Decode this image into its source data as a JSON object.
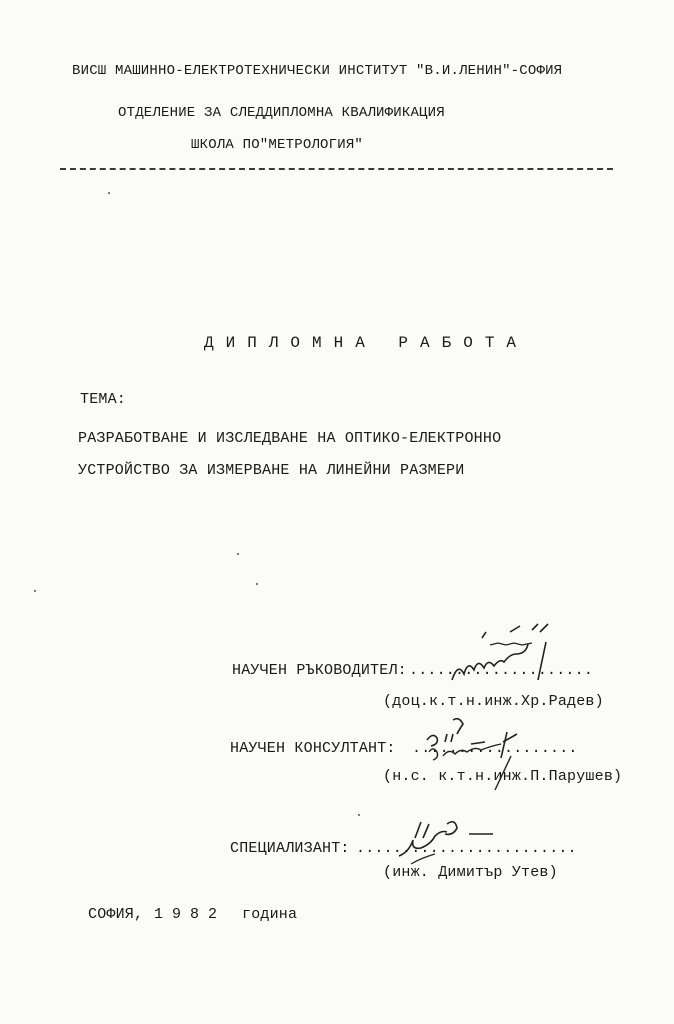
{
  "header": {
    "institute": "ВИСШ МАШИННО-ЕЛЕКТРОТЕХНИЧЕСКИ ИНСТИТУТ \"В.И.ЛЕНИН\"-СОФИЯ",
    "department": "ОТДЕЛЕНИЕ ЗА СЛЕДДИПЛОМНА КВАЛИФИКАЦИЯ",
    "school": "ШКОЛА ПО\"МЕТРОЛОГИЯ\""
  },
  "document": {
    "title": "ДИПЛОМНА РАБОТА",
    "topic_label": "ТЕМА:",
    "topic_line_1": "РАЗРАБОТВАНЕ И ИЗСЛЕДВАНЕ НА ОПТИКО-ЕЛЕКТРОННО",
    "topic_line_2": "УСТРОЙСТВО ЗА ИЗМЕРВАНЕ НА ЛИНЕЙНИ РАЗМЕРИ"
  },
  "people": {
    "supervisor_label": "НАУЧЕН РЪКОВОДИТЕЛ:",
    "supervisor_line": "....................",
    "supervisor_name": "(доц.к.т.н.инж.Хр.Радев)",
    "consultant_label": "НАУЧЕН КОНСУЛТАНТ:",
    "consultant_line": "..................",
    "consultant_name": "(н.с. к.т.н.инж.П.Парушев)",
    "specialist_label": "СПЕЦИАЛИЗАНТ:",
    "specialist_line": "........................",
    "specialist_name": "(инж. Димитър Утев)"
  },
  "footer": {
    "city": "СОФИЯ,",
    "year": "1982",
    "year_word": "година"
  },
  "colors": {
    "paper": "#fbfbfa",
    "ink": "#1a1a1a",
    "signature_ink": "#222222"
  }
}
